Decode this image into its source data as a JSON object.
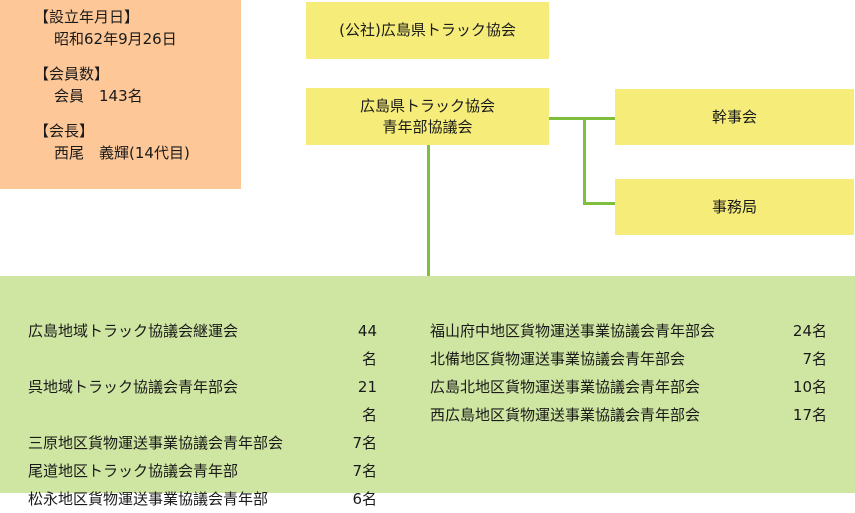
{
  "info": {
    "established_label": "【設立年月日】",
    "established_value": "昭和62年9月26日",
    "members_label": "【会員数】",
    "members_value": "会員　143名",
    "chair_label": "【会長】",
    "chair_value": "西尾　義輝(14代目)"
  },
  "org": {
    "parent": "(公社)広島県トラック協会",
    "council_line1": "広島県トラック協会",
    "council_line2": "青年部協議会",
    "executive": "幹事会",
    "secretariat": "事務局"
  },
  "branches_left": [
    {
      "name": "広島地域トラック協議会継運会",
      "count": "44名"
    },
    {
      "name": "呉地域トラック協議会青年部会",
      "count": "21名"
    },
    {
      "name": "三原地区貨物運送事業協議会青年部会",
      "count": "7名"
    },
    {
      "name": "尾道地区トラック協議会青年部",
      "count": "7名"
    },
    {
      "name": "松永地区貨物運送事業協議会青年部",
      "count": "6名"
    }
  ],
  "branches_right": [
    {
      "name": "福山府中地区貨物運送事業協議会青年部会",
      "count": "24名"
    },
    {
      "name": "北備地区貨物運送事業協議会青年部会",
      "count": "7名"
    },
    {
      "name": "広島北地区貨物運送事業協議会青年部会",
      "count": "10名"
    },
    {
      "name": "西広島地区貨物運送事業協議会青年部会",
      "count": "17名"
    }
  ],
  "colors": {
    "info_bg": "#fdc797",
    "box_bg": "#f5ec7a",
    "panel_bg": "#cfe5a2",
    "connector": "#7fbf3d"
  }
}
